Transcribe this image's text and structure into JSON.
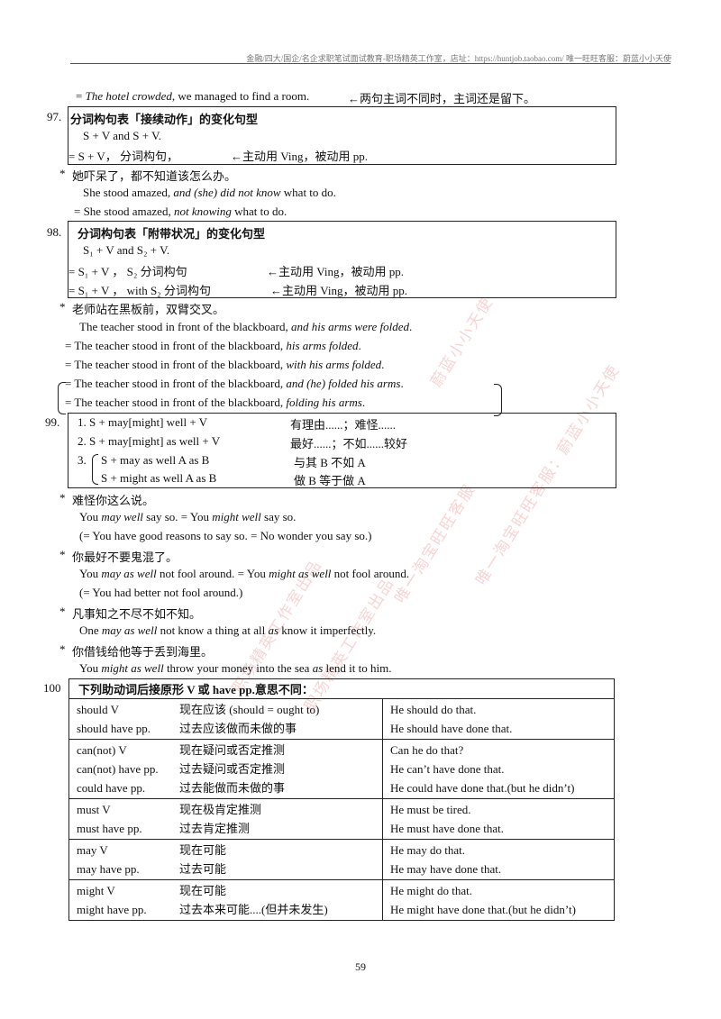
{
  "header": {
    "text": "金融/四大/国企/名企求职笔试面试教育-职场精英工作室，店址：https://huntjob.taobao.com/  唯一旺旺客服：蔚蓝小小天使"
  },
  "line_top": {
    "prefix": "= ",
    "italic": "The hotel crowded",
    "rest": ", we managed to find a room.",
    "note": "←两句主词不同时，主词还是留下。"
  },
  "s97": {
    "num": "97.",
    "title": "分词构句表「接续动作」的变化句型",
    "l1": "S + V and S + V.",
    "l2a": "= S + V，  分词构句，",
    "l2b": "←主动用 Ving，被动用 pp.",
    "bullet": "*",
    "ex_cn": "她吓呆了，都不知道该怎么办。",
    "ex1_a": "She stood amazed, ",
    "ex1_i": "and (she) did not know",
    "ex1_b": " what to do.",
    "ex2_a": "= She stood amazed, ",
    "ex2_i": "not knowing",
    "ex2_b": " what to do."
  },
  "s98": {
    "num": "98.",
    "title": "分词构句表「附带状况」的变化句型",
    "l1": "S₁ + V and S₂ + V.",
    "l2a": "= S₁ + V ，   S₂ 分词构句",
    "l2b": "←主动用 Ving，被动用 pp.",
    "l3a": "= S₁ + V ，   with   S₂ 分词构句",
    "l3b": "←主动用 Ving，被动用 pp.",
    "bullet": "*",
    "ex_cn": "老师站在黑板前，双臂交叉。",
    "e1_a": "The teacher stood in front of the blackboard, ",
    "e1_i": "and his arms were folded",
    "e2_a": "= The teacher stood in front of the blackboard, ",
    "e2_i": "his arms folded",
    "e3_a": "= The teacher stood in front of the blackboard, ",
    "e3_i": "with his arms folded",
    "e4_a": "= The teacher stood in front of the blackboard, ",
    "e4_i": "and (he) folded his arms",
    "e5_a": "= The teacher stood in front of the blackboard, ",
    "e5_i": "folding his arms"
  },
  "s99": {
    "num": "99.",
    "r1a": "1.    S + may[might] well + V",
    "r1b": "有理由......；难怪......",
    "r2a": "2.    S + may[might] as well + V",
    "r2b": "最好......；不如......较好",
    "r3n": "3.",
    "r3a": "S + may as well    A    as    B",
    "r3b": "与其 B 不如 A",
    "r4a": "S + might as well    A    as    B",
    "r4b": "做 B 等于做 A",
    "bullet": "*",
    "cn1": "难怪你这么说。",
    "en1_a": "You ",
    "en1_i1": "may well",
    "en1_b": " say so. = You ",
    "en1_i2": "might well",
    "en1_c": " say so.",
    "en1b": "(= You have good reasons to say so. = No wonder you say so.)",
    "cn2": "你最好不要鬼混了。",
    "en2_a": "You ",
    "en2_i1": "may as well",
    "en2_b": " not fool around. = You ",
    "en2_i2": "might as well",
    "en2_c": " not fool around.",
    "en2b": "(= You had better not fool around.)",
    "cn3": "凡事知之不尽不如不知。",
    "en3_a": "One ",
    "en3_i1": "may as well",
    "en3_b": " not know a thing at all ",
    "en3_i2": "as",
    "en3_c": " know it imperfectly.",
    "cn4": "你借钱给他等于丢到海里。",
    "en4_a": "You ",
    "en4_i1": "might as well",
    "en4_b": " throw your money into the sea ",
    "en4_i2": "as",
    "en4_c": " lend it to him."
  },
  "s100": {
    "num": "100",
    "title": "下列助动词后接原形 V 或 have pp.意思不同：",
    "groups": [
      {
        "rows": [
          {
            "form": "should V",
            "meaning": "现在应该  (should = ought to)",
            "example": "He should do that."
          },
          {
            "form": "should have pp.",
            "meaning": "过去应该做而未做的事",
            "example": "He should have done that."
          }
        ]
      },
      {
        "rows": [
          {
            "form": "can(not) V",
            "meaning": "现在疑问或否定推测",
            "example": "Can he do that?"
          },
          {
            "form": "can(not) have pp.",
            "meaning": "过去疑问或否定推测",
            "example": "He can’t have done that."
          },
          {
            "form": "could have pp.",
            "meaning": "过去能做而未做的事",
            "example": "He could have done that.(but he didn’t)"
          }
        ]
      },
      {
        "rows": [
          {
            "form": "must V",
            "meaning": "现在极肯定推测",
            "example": "He must be tired."
          },
          {
            "form": "must have pp.",
            "meaning": "过去肯定推测",
            "example": "He must have done that."
          }
        ]
      },
      {
        "rows": [
          {
            "form": "may V",
            "meaning": "现在可能",
            "example": "He may do that."
          },
          {
            "form": "may have pp.",
            "meaning": "过去可能",
            "example": "He may have done that."
          }
        ]
      },
      {
        "rows": [
          {
            "form": "might V",
            "meaning": "现在可能",
            "example": "He might do that."
          },
          {
            "form": "might have pp.",
            "meaning": "过去本来可能....(但并未发生)",
            "example": "He might have done that.(but he didn’t)"
          }
        ]
      }
    ]
  },
  "watermarks": [
    "蔚蓝小小天使",
    "唯一淘宝旺旺客服：蔚蓝小小天使",
    "唯一淘宝旺旺客服",
    "职场精英工作室出品",
    "职场精英工作室出品"
  ],
  "page_number": "59"
}
